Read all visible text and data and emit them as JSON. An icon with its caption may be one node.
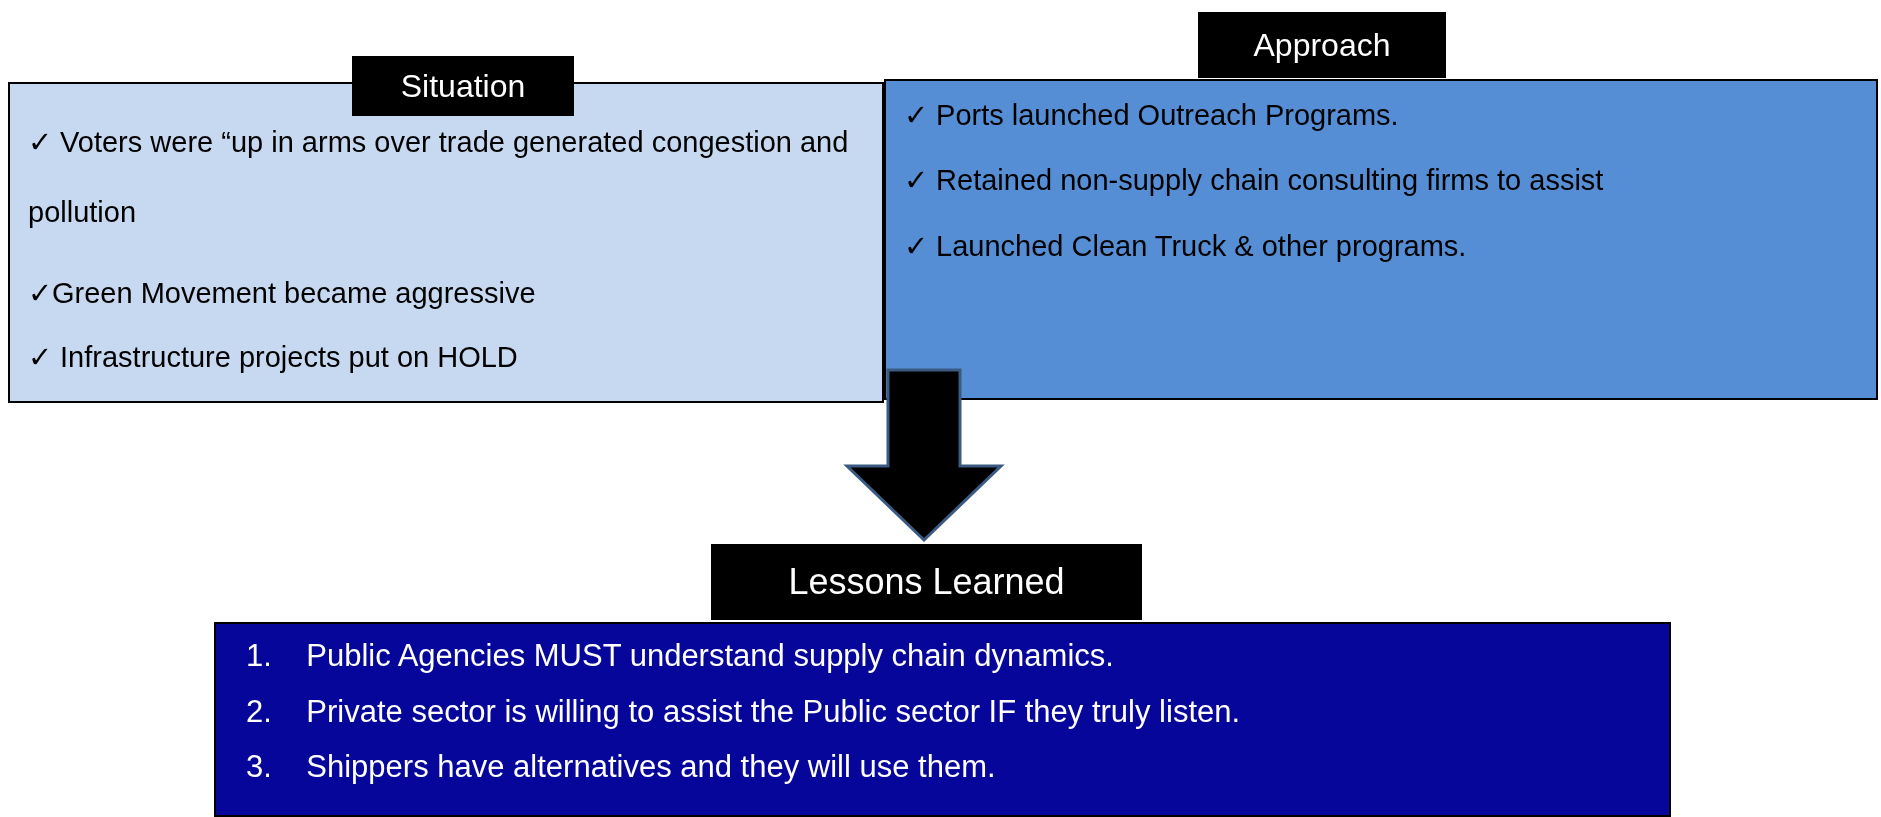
{
  "diagram": {
    "nodes": [
      {
        "text": [
          "Situation",
          "✓ Voters were “up in arms over trade generated congestion and pollution",
          "✓Green Movement became aggressive",
          "✓ Infrastructure projects put on HOLD"
        ]
      },
      {
        "text": [
          "Approach",
          "✓ Ports launched Outreach Programs.",
          "✓ Retained non-supply chain consulting firms to assist",
          "✓ Launched Clean Truck & other programs."
        ]
      },
      {
        "text": [
          "Lessons Learned",
          "1.    Public Agencies MUST understand supply chain dynamics.",
          "2.    Private sector is willing to assist the Public sector IF they truly listen.",
          "3.    Shippers have alternatives and they will use them."
        ]
      }
    ],
    "edges": [
      {
        "from": 1,
        "to": 2,
        "arrow": "to"
      }
    ]
  }
}
